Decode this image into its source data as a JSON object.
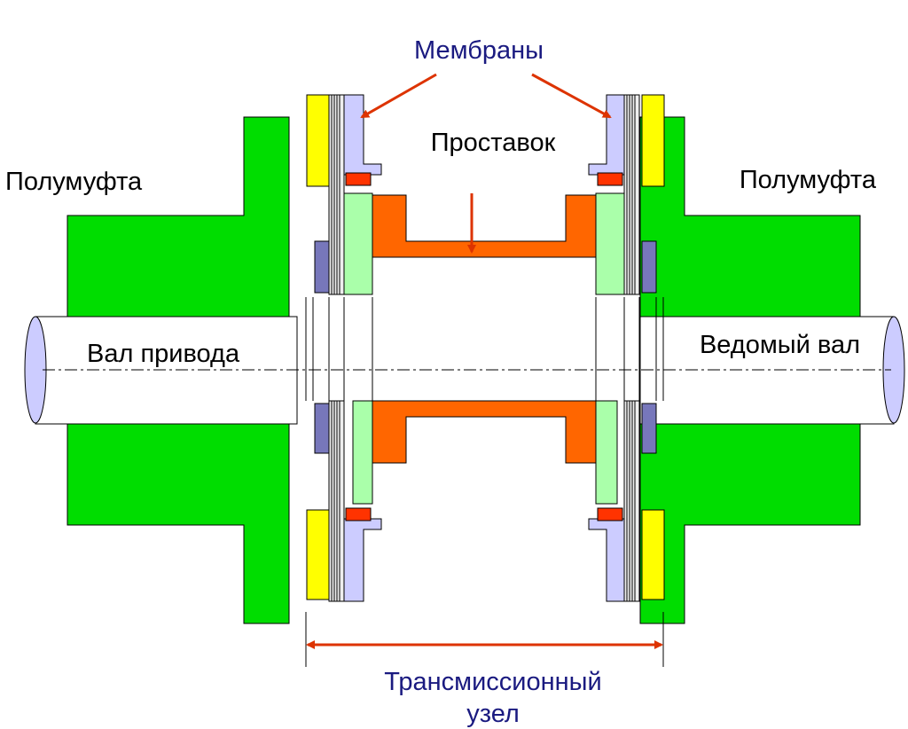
{
  "labels": {
    "membranes": "Мембраны",
    "spacer": "Проставок",
    "hub_left": "Полумуфта",
    "hub_right": "Полумуфта",
    "drive_shaft": "Вал привода",
    "driven_shaft": "Ведомый вал",
    "transmission_line1": "Трансмиссионный",
    "transmission_line2": "узел"
  },
  "colors": {
    "hub": "#00dd00",
    "spacer": "#ff6600",
    "flange": "#aaffaa",
    "yellow_ring": "#ffff00",
    "membrane_clamp": "#ccccff",
    "small_ring": "#7777bb",
    "red_insert": "#ff3300",
    "arrow": "#dd3300",
    "title_text": "#1a1a80",
    "text": "#000000"
  }
}
